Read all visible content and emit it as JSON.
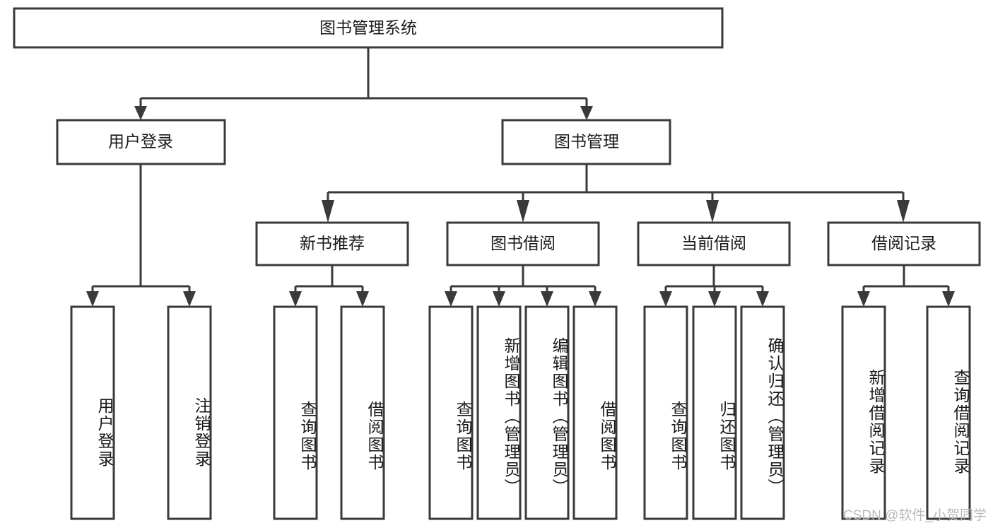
{
  "diagram": {
    "type": "tree-hierarchy",
    "title": "图书管理系统",
    "watermark": "CSDN @软件_小贺同学",
    "colors": {
      "box_stroke": "#3a3a3a",
      "box_fill": "#ffffff",
      "connector": "#3a3a3a",
      "text": "#1a1a1a",
      "watermark": "#b9b9b9",
      "background": "#ffffff"
    },
    "levels": {
      "root": {
        "label": "图书管理系统"
      },
      "level2": [
        {
          "label": "用户登录"
        },
        {
          "label": "图书管理"
        }
      ],
      "level3": [
        {
          "label": "新书推荐"
        },
        {
          "label": "图书借阅"
        },
        {
          "label": "当前借阅"
        },
        {
          "label": "借阅记录"
        }
      ]
    },
    "leaves": {
      "user_login": [
        {
          "label": "用户登录"
        },
        {
          "label": "注销登录"
        }
      ],
      "new_book_recommend": [
        {
          "label": "查询图书"
        },
        {
          "label": "借阅图书"
        }
      ],
      "book_borrow": [
        {
          "label": "查询图书"
        },
        {
          "label": "新增图书（管理员）"
        },
        {
          "label": "编辑图书（管理员）"
        },
        {
          "label": "借阅图书"
        }
      ],
      "current_borrow": [
        {
          "label": "查询图书"
        },
        {
          "label": "归还图书"
        },
        {
          "label": "确认归还（管理员）"
        }
      ],
      "borrow_record": [
        {
          "label": "新增借阅记录"
        },
        {
          "label": "查询借阅记录"
        }
      ]
    },
    "edges": [
      {
        "from": "图书管理系统",
        "to": "用户登录"
      },
      {
        "from": "图书管理系统",
        "to": "图书管理"
      },
      {
        "from": "用户登录",
        "to": "用户登录"
      },
      {
        "from": "用户登录",
        "to": "注销登录"
      },
      {
        "from": "图书管理",
        "to": "新书推荐"
      },
      {
        "from": "图书管理",
        "to": "图书借阅"
      },
      {
        "from": "图书管理",
        "to": "当前借阅"
      },
      {
        "from": "图书管理",
        "to": "借阅记录"
      },
      {
        "from": "新书推荐",
        "to": "查询图书"
      },
      {
        "from": "新书推荐",
        "to": "借阅图书"
      },
      {
        "from": "图书借阅",
        "to": "查询图书"
      },
      {
        "from": "图书借阅",
        "to": "新增图书（管理员）"
      },
      {
        "from": "图书借阅",
        "to": "编辑图书（管理员）"
      },
      {
        "from": "图书借阅",
        "to": "借阅图书"
      },
      {
        "from": "当前借阅",
        "to": "查询图书"
      },
      {
        "from": "当前借阅",
        "to": "归还图书"
      },
      {
        "from": "当前借阅",
        "to": "确认归还（管理员）"
      },
      {
        "from": "借阅记录",
        "to": "新增借阅记录"
      },
      {
        "from": "借阅记录",
        "to": "查询借阅记录"
      }
    ]
  }
}
